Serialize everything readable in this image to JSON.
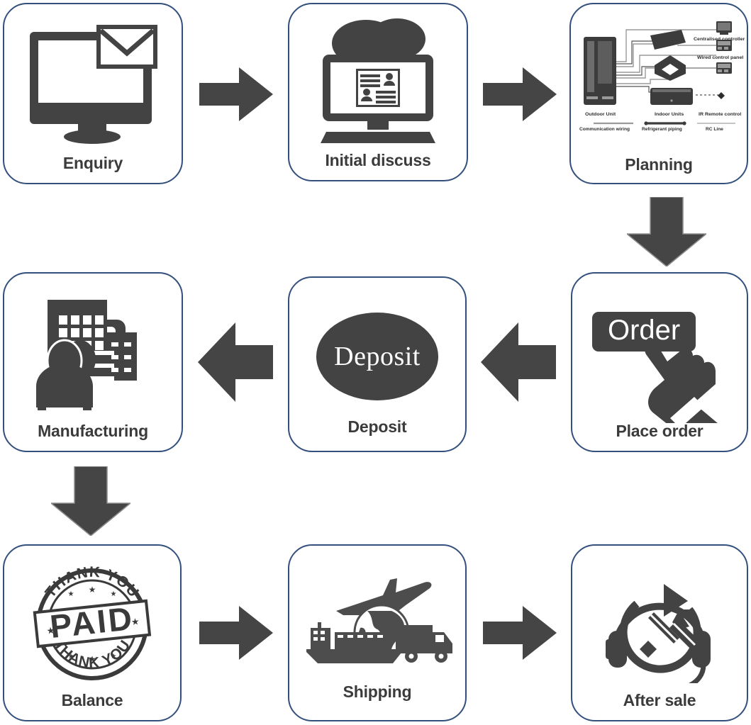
{
  "diagram": {
    "type": "process-flow",
    "title": "",
    "accent_border_color": "#33507d",
    "icon_color": "#434343",
    "label_color": "#3b3b3b",
    "background_color": "#ffffff",
    "steps": [
      {
        "id": "enquiry",
        "label": "Enquiry",
        "icon": "monitor-envelope-icon",
        "row": 1,
        "col": 1
      },
      {
        "id": "initial",
        "label": "Initial discuss",
        "icon": "monitor-chat-icon",
        "row": 1,
        "col": 2
      },
      {
        "id": "planning",
        "label": "Planning",
        "icon": "hvac-system-diagram-icon",
        "row": 1,
        "col": 3
      },
      {
        "id": "place-order",
        "label": "Place order",
        "icon": "hand-click-order-icon",
        "row": 2,
        "col": 3
      },
      {
        "id": "deposit",
        "label": "Deposit",
        "icon": "deposit-ellipse-icon",
        "row": 2,
        "col": 2
      },
      {
        "id": "manufacturing",
        "label": "Manufacturing",
        "icon": "factory-workers-icon",
        "row": 2,
        "col": 1
      },
      {
        "id": "balance",
        "label": "Balance",
        "icon": "paid-stamp-icon",
        "row": 3,
        "col": 1
      },
      {
        "id": "shipping",
        "label": "Shipping",
        "icon": "plane-ship-truck-globe-icon",
        "row": 3,
        "col": 2
      },
      {
        "id": "after-sale",
        "label": "After sale",
        "icon": "headset-tools-support-icon",
        "row": 3,
        "col": 3
      }
    ],
    "connectors": [
      {
        "id": "enquiry-to-initial",
        "direction": "right",
        "from": "enquiry",
        "to": "initial"
      },
      {
        "id": "initial-to-planning",
        "direction": "right",
        "from": "initial",
        "to": "planning"
      },
      {
        "id": "planning-to-place-order",
        "direction": "down",
        "from": "planning",
        "to": "place-order"
      },
      {
        "id": "place-order-to-deposit",
        "direction": "left",
        "from": "place-order",
        "to": "deposit"
      },
      {
        "id": "deposit-to-manufacturing",
        "direction": "left",
        "from": "deposit",
        "to": "manufacturing"
      },
      {
        "id": "manufacturing-to-balance",
        "direction": "down",
        "from": "manufacturing",
        "to": "balance"
      },
      {
        "id": "balance-to-shipping",
        "direction": "right",
        "from": "balance",
        "to": "shipping"
      },
      {
        "id": "shipping-to-after-sale",
        "direction": "right",
        "from": "shipping",
        "to": "after-sale"
      }
    ]
  },
  "order_button": {
    "text": "Order"
  },
  "deposit_badge": {
    "text": "Deposit"
  },
  "paid_stamp": {
    "main_text": "PAID",
    "top_arc_text": "THANK YOU",
    "bottom_arc_text": "THANK YOU"
  },
  "planning_diagram": {
    "nodes": [
      {
        "id": "outdoor-unit",
        "label": "Outdoor Unit"
      },
      {
        "id": "indoor-units",
        "label": "Indoor Units"
      },
      {
        "id": "ir-remote-control",
        "label": "IR Remote control"
      },
      {
        "id": "centralised-controller",
        "label": "Centralised controller"
      },
      {
        "id": "wired-control-panel",
        "label": "Wired control panel"
      }
    ],
    "legend": [
      {
        "id": "communication-wiring",
        "label": "Communication wiring"
      },
      {
        "id": "refrigerant-piping",
        "label": "Refrigerant piping"
      },
      {
        "id": "rc-line",
        "label": "RC Line"
      }
    ]
  }
}
